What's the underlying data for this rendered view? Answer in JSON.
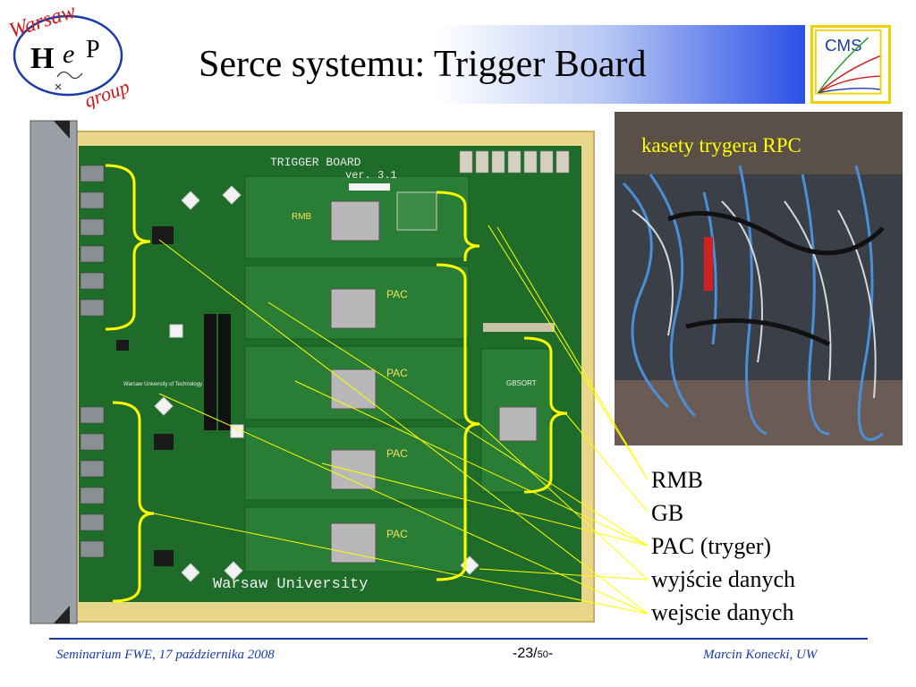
{
  "logo": {
    "top_text": "Warsaw",
    "bottom_text": "group",
    "letter_h": "H",
    "letter_e": "e",
    "letter_p": "P"
  },
  "title": "Serce systemu: Trigger Board",
  "cms_logo": {
    "text": "CMS"
  },
  "board_photo": {
    "silkscreen_title": "TRIGGER BOARD",
    "version": "ver. 3.1",
    "bottom_text": "Warsaw University",
    "chip_labels": [
      "RMB",
      "PAC",
      "PAC",
      "PAC",
      "PAC"
    ],
    "gbsort_label": "GBSORT",
    "side_text": "Warsaw University of Technology",
    "colors": {
      "pcb": "#1f6b2a",
      "frame": "#e8d68a"
    }
  },
  "rack_photo": {
    "caption": "kasety trygera RPC"
  },
  "labels": {
    "rmb": "RMB",
    "gb": "GB",
    "pac": "PAC (tryger)",
    "output": "wyjście danych",
    "input": "wejscie danych"
  },
  "footer": {
    "left": "Seminarium FWE, 17 października 2008",
    "page_number": "-23/",
    "page_total": "50",
    "page_suffix": "-",
    "right": "Marcin Konecki,  UW"
  },
  "colors": {
    "accent": "#1a3ca8",
    "brace": "#ffff00",
    "title_gradient_end": "#2b50e6"
  }
}
